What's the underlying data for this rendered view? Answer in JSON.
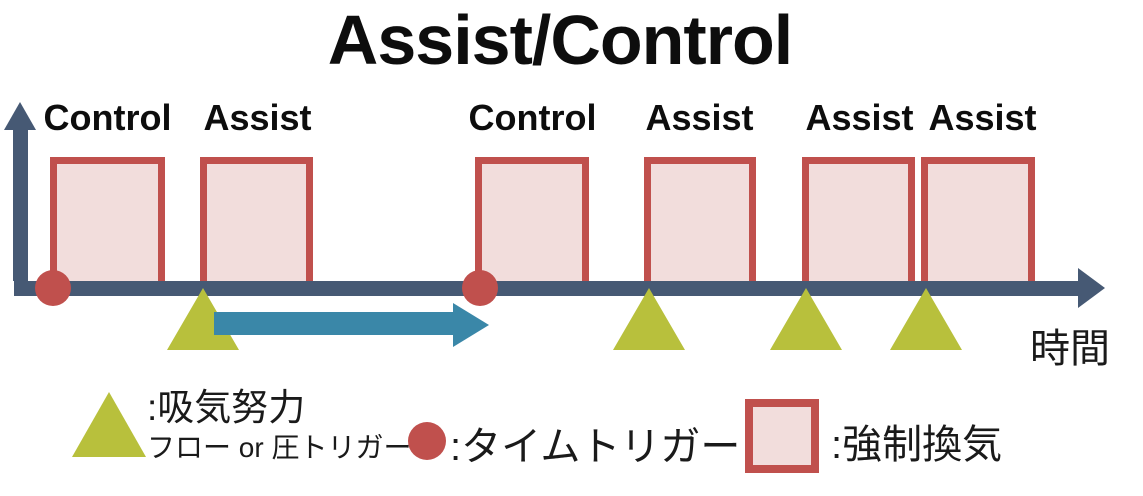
{
  "title": "Assist/Control",
  "time_axis_label": "時間",
  "breaths": [
    {
      "label": "Control",
      "trigger": "time"
    },
    {
      "label": "Assist",
      "trigger": "patient"
    },
    {
      "label": "Control",
      "trigger": "time"
    },
    {
      "label": "Assist",
      "trigger": "patient"
    },
    {
      "label": "Assist",
      "trigger": "patient"
    },
    {
      "label": "Assist",
      "trigger": "patient"
    }
  ],
  "legend": {
    "effort": {
      "label": ":吸気努力",
      "sublabel": "フロー or 圧トリガー"
    },
    "time_trigger": {
      "label": ":タイムトリガー"
    },
    "mandatory": {
      "label": ":強制換気"
    }
  },
  "colors": {
    "axis": "#465974",
    "breath-border": "#c0504d",
    "breath-fill": "#f2dddc",
    "dot": "#c0504d",
    "triangle": "#b8c03c",
    "range-arrow": "#3a87a8",
    "text": "#111111"
  }
}
